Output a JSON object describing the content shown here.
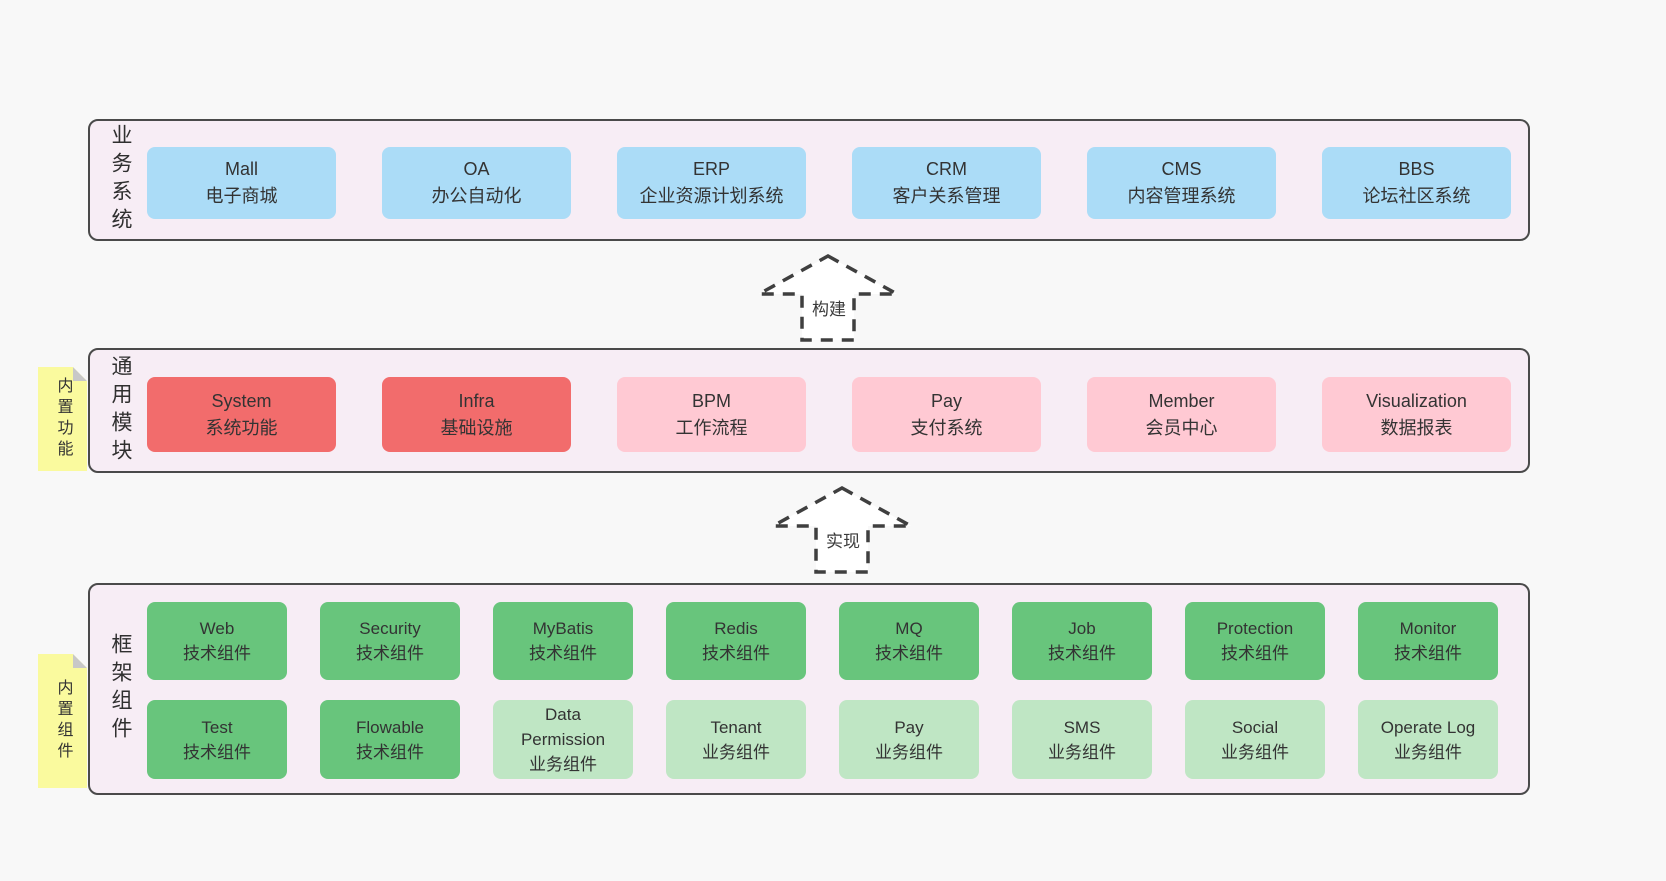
{
  "diagram": {
    "layers": {
      "business": {
        "label": "业务系统",
        "boxes": [
          {
            "name": "Mall",
            "desc": "电子商城"
          },
          {
            "name": "OA",
            "desc": "办公自动化"
          },
          {
            "name": "ERP",
            "desc": "企业资源计划系统"
          },
          {
            "name": "CRM",
            "desc": "客户关系管理"
          },
          {
            "name": "CMS",
            "desc": "内容管理系统"
          },
          {
            "name": "BBS",
            "desc": "论坛社区系统"
          }
        ]
      },
      "modules": {
        "label": "通用模块",
        "note": "内置功能",
        "boxes": [
          {
            "name": "System",
            "desc": "系统功能"
          },
          {
            "name": "Infra",
            "desc": "基础设施"
          },
          {
            "name": "BPM",
            "desc": "工作流程"
          },
          {
            "name": "Pay",
            "desc": "支付系统"
          },
          {
            "name": "Member",
            "desc": "会员中心"
          },
          {
            "name": "Visualization",
            "desc": "数据报表"
          }
        ]
      },
      "components": {
        "label": "框架组件",
        "note": "内置组件",
        "row1": [
          {
            "name": "Web",
            "desc": "技术组件"
          },
          {
            "name": "Security",
            "desc": "技术组件"
          },
          {
            "name": "MyBatis",
            "desc": "技术组件"
          },
          {
            "name": "Redis",
            "desc": "技术组件"
          },
          {
            "name": "MQ",
            "desc": "技术组件"
          },
          {
            "name": "Job",
            "desc": "技术组件"
          },
          {
            "name": "Protection",
            "desc": "技术组件"
          },
          {
            "name": "Monitor",
            "desc": "技术组件"
          }
        ],
        "row2": [
          {
            "name": "Test",
            "desc": "技术组件"
          },
          {
            "name": "Flowable",
            "desc": "技术组件"
          },
          {
            "name": "Data Permission",
            "desc": "业务组件"
          },
          {
            "name": "Tenant",
            "desc": "业务组件"
          },
          {
            "name": "Pay",
            "desc": "业务组件"
          },
          {
            "name": "SMS",
            "desc": "业务组件"
          },
          {
            "name": "Social",
            "desc": "业务组件"
          },
          {
            "name": "Operate Log",
            "desc": "业务组件"
          }
        ]
      }
    },
    "arrows": [
      {
        "label": "构建"
      },
      {
        "label": "实现"
      }
    ],
    "colors": {
      "blue": "#abdcf7",
      "red": "#f26c6c",
      "pink": "#ffc9d3",
      "green": "#68c57c",
      "light_green": "#bfe6c4",
      "layer_bg": "#f7edf5",
      "note_bg": "#fafa9e",
      "page_bg": "#f8f8f8"
    }
  }
}
